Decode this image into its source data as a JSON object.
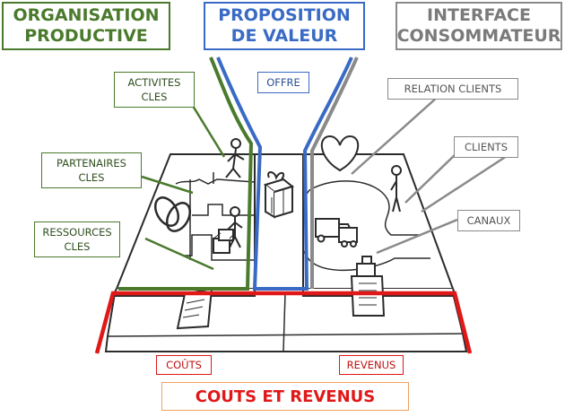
{
  "headers": {
    "organisation": "ORGANISATION\nPRODUCTIVE",
    "proposition": "PROPOSITION\nDE VALEUR",
    "interface": "INTERFACE\nCONSOMMATEUR"
  },
  "labels": {
    "activites": "ACTIVITES\nCLES",
    "offre": "OFFRE",
    "relation": "RELATION CLIENTS",
    "partenaires": "PARTENAIRES\nCLES",
    "clients": "CLIENTS",
    "ressources": "RESSOURCES\nCLES",
    "canaux": "CANAUX",
    "couts": "COÛTS",
    "revenus": "REVENUS"
  },
  "footer": {
    "title": "COUTS ET REVENUS"
  },
  "colors": {
    "green": "#4a7a2c",
    "blue": "#3a6bc4",
    "gray": "#8a8a8a",
    "red": "#e01818",
    "orange": "#f0a060",
    "ink": "#2b2b2b"
  }
}
